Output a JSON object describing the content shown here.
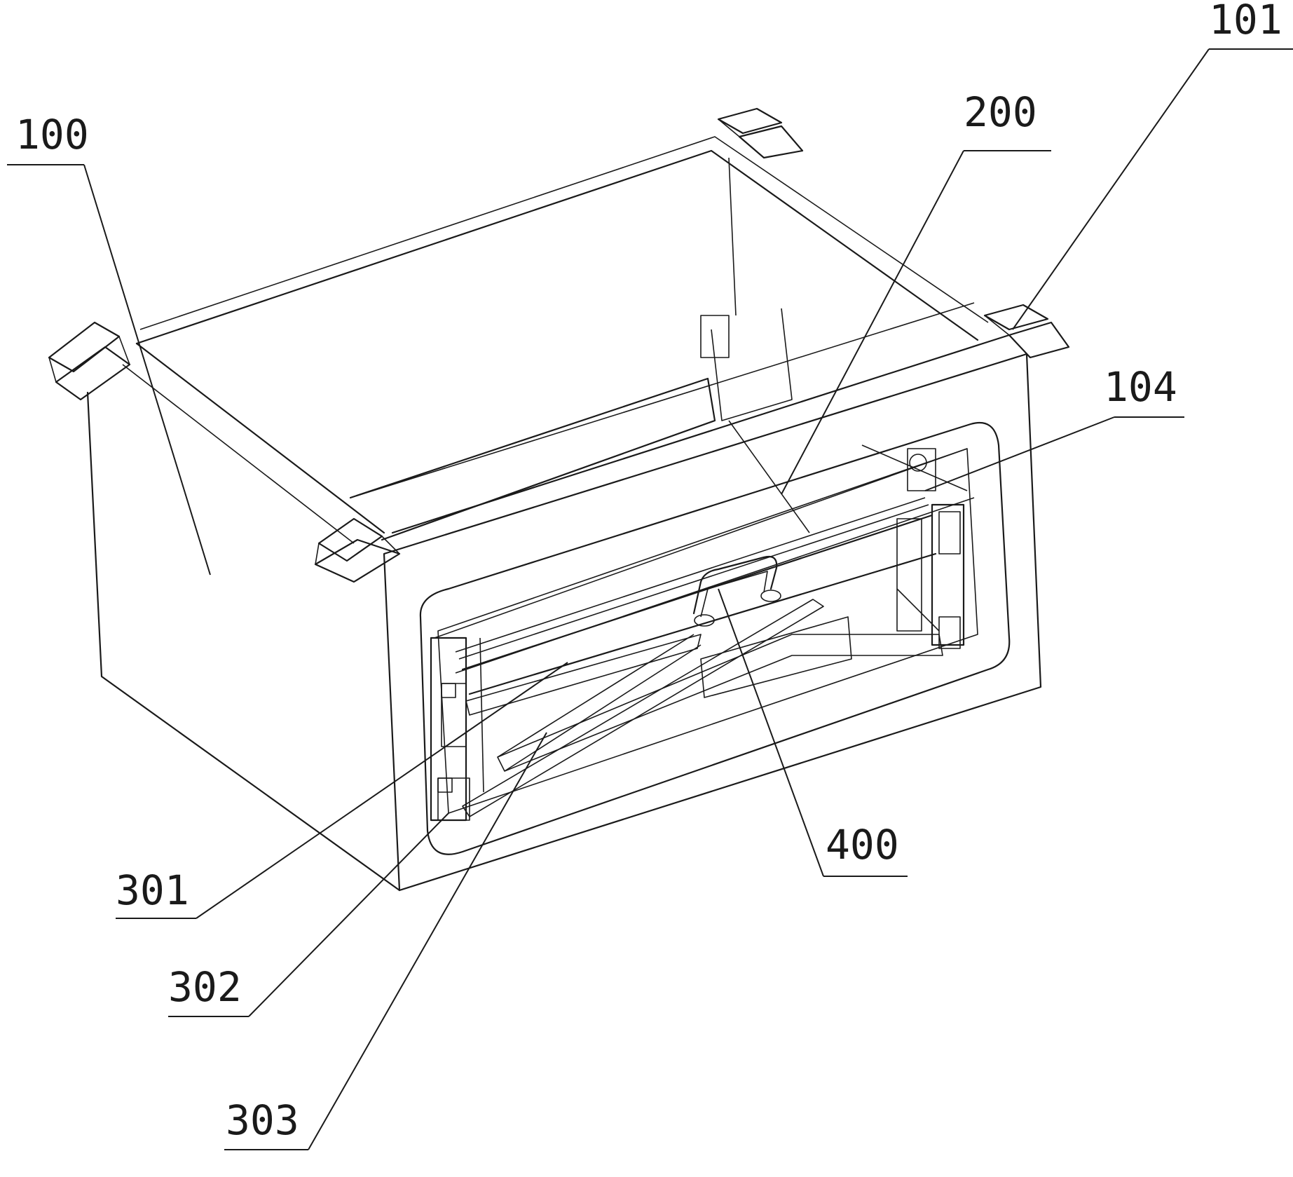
{
  "labels": {
    "r100": "100",
    "r101": "101",
    "r104": "104",
    "r200": "200",
    "r301": "301",
    "r302": "302",
    "r303": "303",
    "r400": "400"
  },
  "colors": {
    "line": "#1a1a1a",
    "background": "#ffffff"
  }
}
